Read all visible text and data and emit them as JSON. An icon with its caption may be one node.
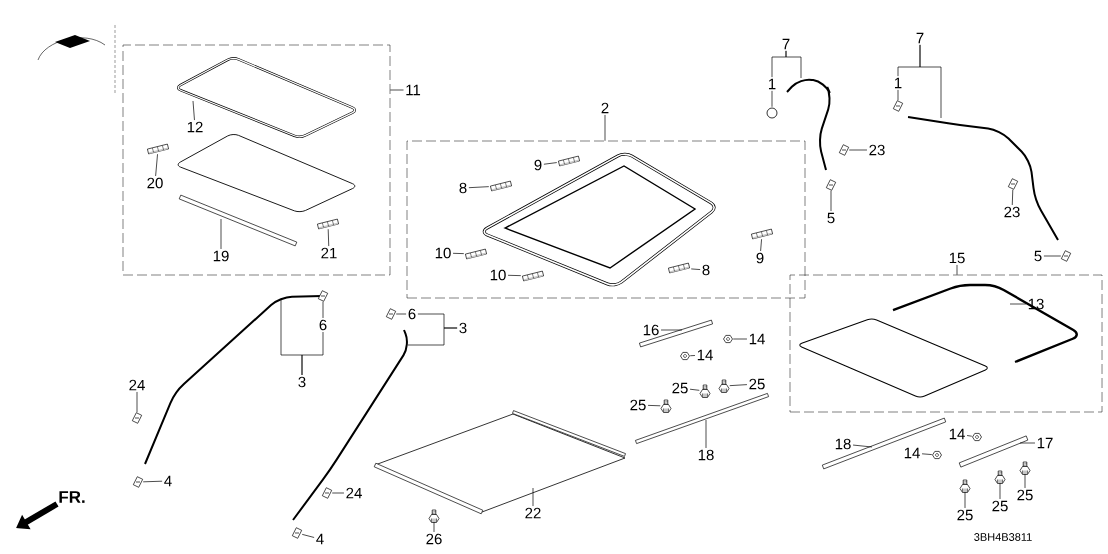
{
  "diagram": {
    "nodes": [
      {
        "text": [],
        "shape": "box"
      },
      {
        "text": [
          "11"
        ]
      },
      {
        "text": [
          "12"
        ],
        "in": 0
      },
      {
        "text": [
          "20"
        ],
        "in": 0
      },
      {
        "text": [
          "19"
        ],
        "in": 0
      },
      {
        "text": [
          "21"
        ],
        "in": 0
      },
      {
        "text": [],
        "shape": "box"
      },
      {
        "text": [
          "2"
        ]
      },
      {
        "text": [
          "9"
        ],
        "in": 6
      },
      {
        "text": [
          "8"
        ],
        "in": 6
      },
      {
        "text": [
          "10"
        ],
        "in": 6
      },
      {
        "text": [
          "10"
        ],
        "in": 6
      },
      {
        "text": [
          "9"
        ],
        "in": 6
      },
      {
        "text": [
          "8"
        ],
        "in": 6
      },
      {
        "text": [
          "7"
        ]
      },
      {
        "text": [
          "1"
        ]
      },
      {
        "text": [
          "23"
        ]
      },
      {
        "text": [
          "5"
        ]
      },
      {
        "text": [
          "7"
        ]
      },
      {
        "text": [
          "1"
        ]
      },
      {
        "text": [
          "23"
        ]
      },
      {
        "text": [
          "5"
        ]
      },
      {
        "text": [],
        "shape": "box"
      },
      {
        "text": [
          "15"
        ]
      },
      {
        "text": [
          "13"
        ],
        "in": 22
      },
      {
        "text": [
          "6"
        ]
      },
      {
        "text": [
          "3"
        ]
      },
      {
        "text": [
          "6"
        ]
      },
      {
        "text": [
          "3"
        ]
      },
      {
        "text": [
          "24"
        ]
      },
      {
        "text": [
          "4"
        ]
      },
      {
        "text": [
          "24"
        ]
      },
      {
        "text": [
          "4"
        ]
      },
      {
        "text": [
          "22"
        ]
      },
      {
        "text": [
          "26"
        ]
      },
      {
        "text": [
          "16"
        ]
      },
      {
        "text": [
          "14"
        ]
      },
      {
        "text": [
          "14"
        ]
      },
      {
        "text": [
          "25"
        ]
      },
      {
        "text": [
          "25"
        ]
      },
      {
        "text": [
          "25"
        ]
      },
      {
        "text": [
          "18"
        ]
      },
      {
        "text": [
          "18"
        ]
      },
      {
        "text": [
          "14"
        ]
      },
      {
        "text": [
          "14"
        ]
      },
      {
        "text": [
          "17"
        ]
      },
      {
        "text": [
          "25"
        ]
      },
      {
        "text": [
          "25"
        ]
      },
      {
        "text": [
          "25"
        ]
      },
      {
        "text": [],
        "shape": "picture"
      },
      {
        "text": [],
        "shape": "picture"
      },
      {
        "text": [],
        "shape": "picture",
        "in": 0
      },
      {
        "text": [],
        "shape": "picture"
      },
      {
        "text": [],
        "shape": "picture"
      },
      {
        "text": [],
        "shape": "picture"
      },
      {
        "text": [],
        "shape": "picture",
        "in": 0
      },
      {
        "text": [],
        "shape": "picture"
      },
      {
        "text": [],
        "shape": "picture"
      },
      {
        "text": [],
        "shape": "picture",
        "in": 6
      },
      {
        "text": [],
        "shape": "picture",
        "in": 6
      },
      {
        "text": [],
        "shape": "picture",
        "in": 6
      },
      {
        "text": [],
        "shape": "picture",
        "in": 6
      },
      {
        "text": [],
        "shape": "picture"
      },
      {
        "text": [],
        "shape": "picture",
        "in": 6
      },
      {
        "text": [],
        "shape": "picture"
      },
      {
        "text": [],
        "shape": "picture"
      },
      {
        "text": [],
        "shape": "picture"
      },
      {
        "text": [],
        "shape": "picture"
      },
      {
        "text": [],
        "shape": "picture",
        "in": 6
      },
      {
        "text": [],
        "shape": "picture"
      },
      {
        "text": [],
        "shape": "picture"
      },
      {
        "text": [],
        "shape": "picture"
      },
      {
        "text": [],
        "shape": "picture"
      },
      {
        "text": [],
        "shape": "picture"
      },
      {
        "text": [],
        "shape": "picture"
      },
      {
        "text": [],
        "shape": "picture"
      },
      {
        "text": [],
        "shape": "picture"
      },
      {
        "text": [],
        "shape": "picture"
      },
      {
        "text": [],
        "shape": "picture"
      },
      {
        "text": [],
        "shape": "picture"
      }
    ],
    "edges": [
      {
        "from": 1,
        "to": 0,
        "arrow": "none"
      },
      {
        "from": 2,
        "to": null,
        "arrow": "none"
      },
      {
        "from": 3,
        "to": 51,
        "arrow": "none"
      },
      {
        "from": 4,
        "to": null,
        "arrow": "none"
      },
      {
        "from": 5,
        "to": 55,
        "arrow": "none"
      },
      {
        "from": 7,
        "to": 6,
        "arrow": "none"
      },
      {
        "from": 8,
        "to": 61,
        "arrow": "none"
      },
      {
        "from": 9,
        "to": 59,
        "arrow": "none"
      },
      {
        "from": 10,
        "to": 58,
        "arrow": "none"
      },
      {
        "from": 11,
        "to": 60,
        "arrow": "none"
      },
      {
        "from": 12,
        "to": 68,
        "arrow": "none"
      },
      {
        "from": 13,
        "to": 63,
        "arrow": "none"
      },
      {
        "from": 14,
        "to": 15,
        "arrow": "none"
      },
      {
        "from": 14,
        "to": null,
        "arrow": "none"
      },
      {
        "from": 15,
        "to": 69,
        "arrow": "none"
      },
      {
        "from": 16,
        "to": 71,
        "arrow": "none"
      },
      {
        "from": 17,
        "to": 70,
        "arrow": "none"
      },
      {
        "from": 18,
        "to": 19,
        "arrow": "none"
      },
      {
        "from": 18,
        "to": null,
        "arrow": "none"
      },
      {
        "from": 19,
        "to": 72,
        "arrow": "none"
      },
      {
        "from": 20,
        "to": 77,
        "arrow": "none"
      },
      {
        "from": 21,
        "to": 79,
        "arrow": "none"
      },
      {
        "from": 23,
        "to": 22,
        "arrow": "none"
      },
      {
        "from": 24,
        "to": null,
        "arrow": "none"
      },
      {
        "from": 25,
        "to": 53,
        "arrow": "none"
      },
      {
        "from": 26,
        "to": null,
        "arrow": "none"
      },
      {
        "from": 26,
        "to": 25,
        "arrow": "none"
      },
      {
        "from": 27,
        "to": 56,
        "arrow": "none"
      },
      {
        "from": 28,
        "to": 27,
        "arrow": "none"
      },
      {
        "from": 28,
        "to": null,
        "arrow": "none"
      },
      {
        "from": 29,
        "to": 49,
        "arrow": "none"
      },
      {
        "from": 30,
        "to": 50,
        "arrow": "none"
      },
      {
        "from": 31,
        "to": 54,
        "arrow": "none"
      },
      {
        "from": 32,
        "to": 52,
        "arrow": "none"
      },
      {
        "from": 33,
        "to": null,
        "arrow": "none"
      },
      {
        "from": 34,
        "to": 57,
        "arrow": "none"
      },
      {
        "from": 35,
        "to": null,
        "arrow": "none"
      },
      {
        "from": 36,
        "to": 67,
        "arrow": "none"
      },
      {
        "from": 37,
        "to": 64,
        "arrow": "none"
      },
      {
        "from": 38,
        "to": 65,
        "arrow": "none"
      },
      {
        "from": 39,
        "to": 66,
        "arrow": "none"
      },
      {
        "from": 40,
        "to": 62,
        "arrow": "none"
      },
      {
        "from": 41,
        "to": null,
        "arrow": "none"
      },
      {
        "from": 42,
        "to": null,
        "arrow": "none"
      },
      {
        "from": 43,
        "to": 75,
        "arrow": "none"
      },
      {
        "from": 44,
        "to": 73,
        "arrow": "none"
      },
      {
        "from": 45,
        "to": null,
        "arrow": "none"
      },
      {
        "from": 46,
        "to": 74,
        "arrow": "none"
      },
      {
        "from": 47,
        "to": 76,
        "arrow": "none"
      },
      {
        "from": 48,
        "to": 78,
        "arrow": "none"
      }
    ],
    "labels": [
      "FR.",
      "3BH4B3811"
    ]
  }
}
